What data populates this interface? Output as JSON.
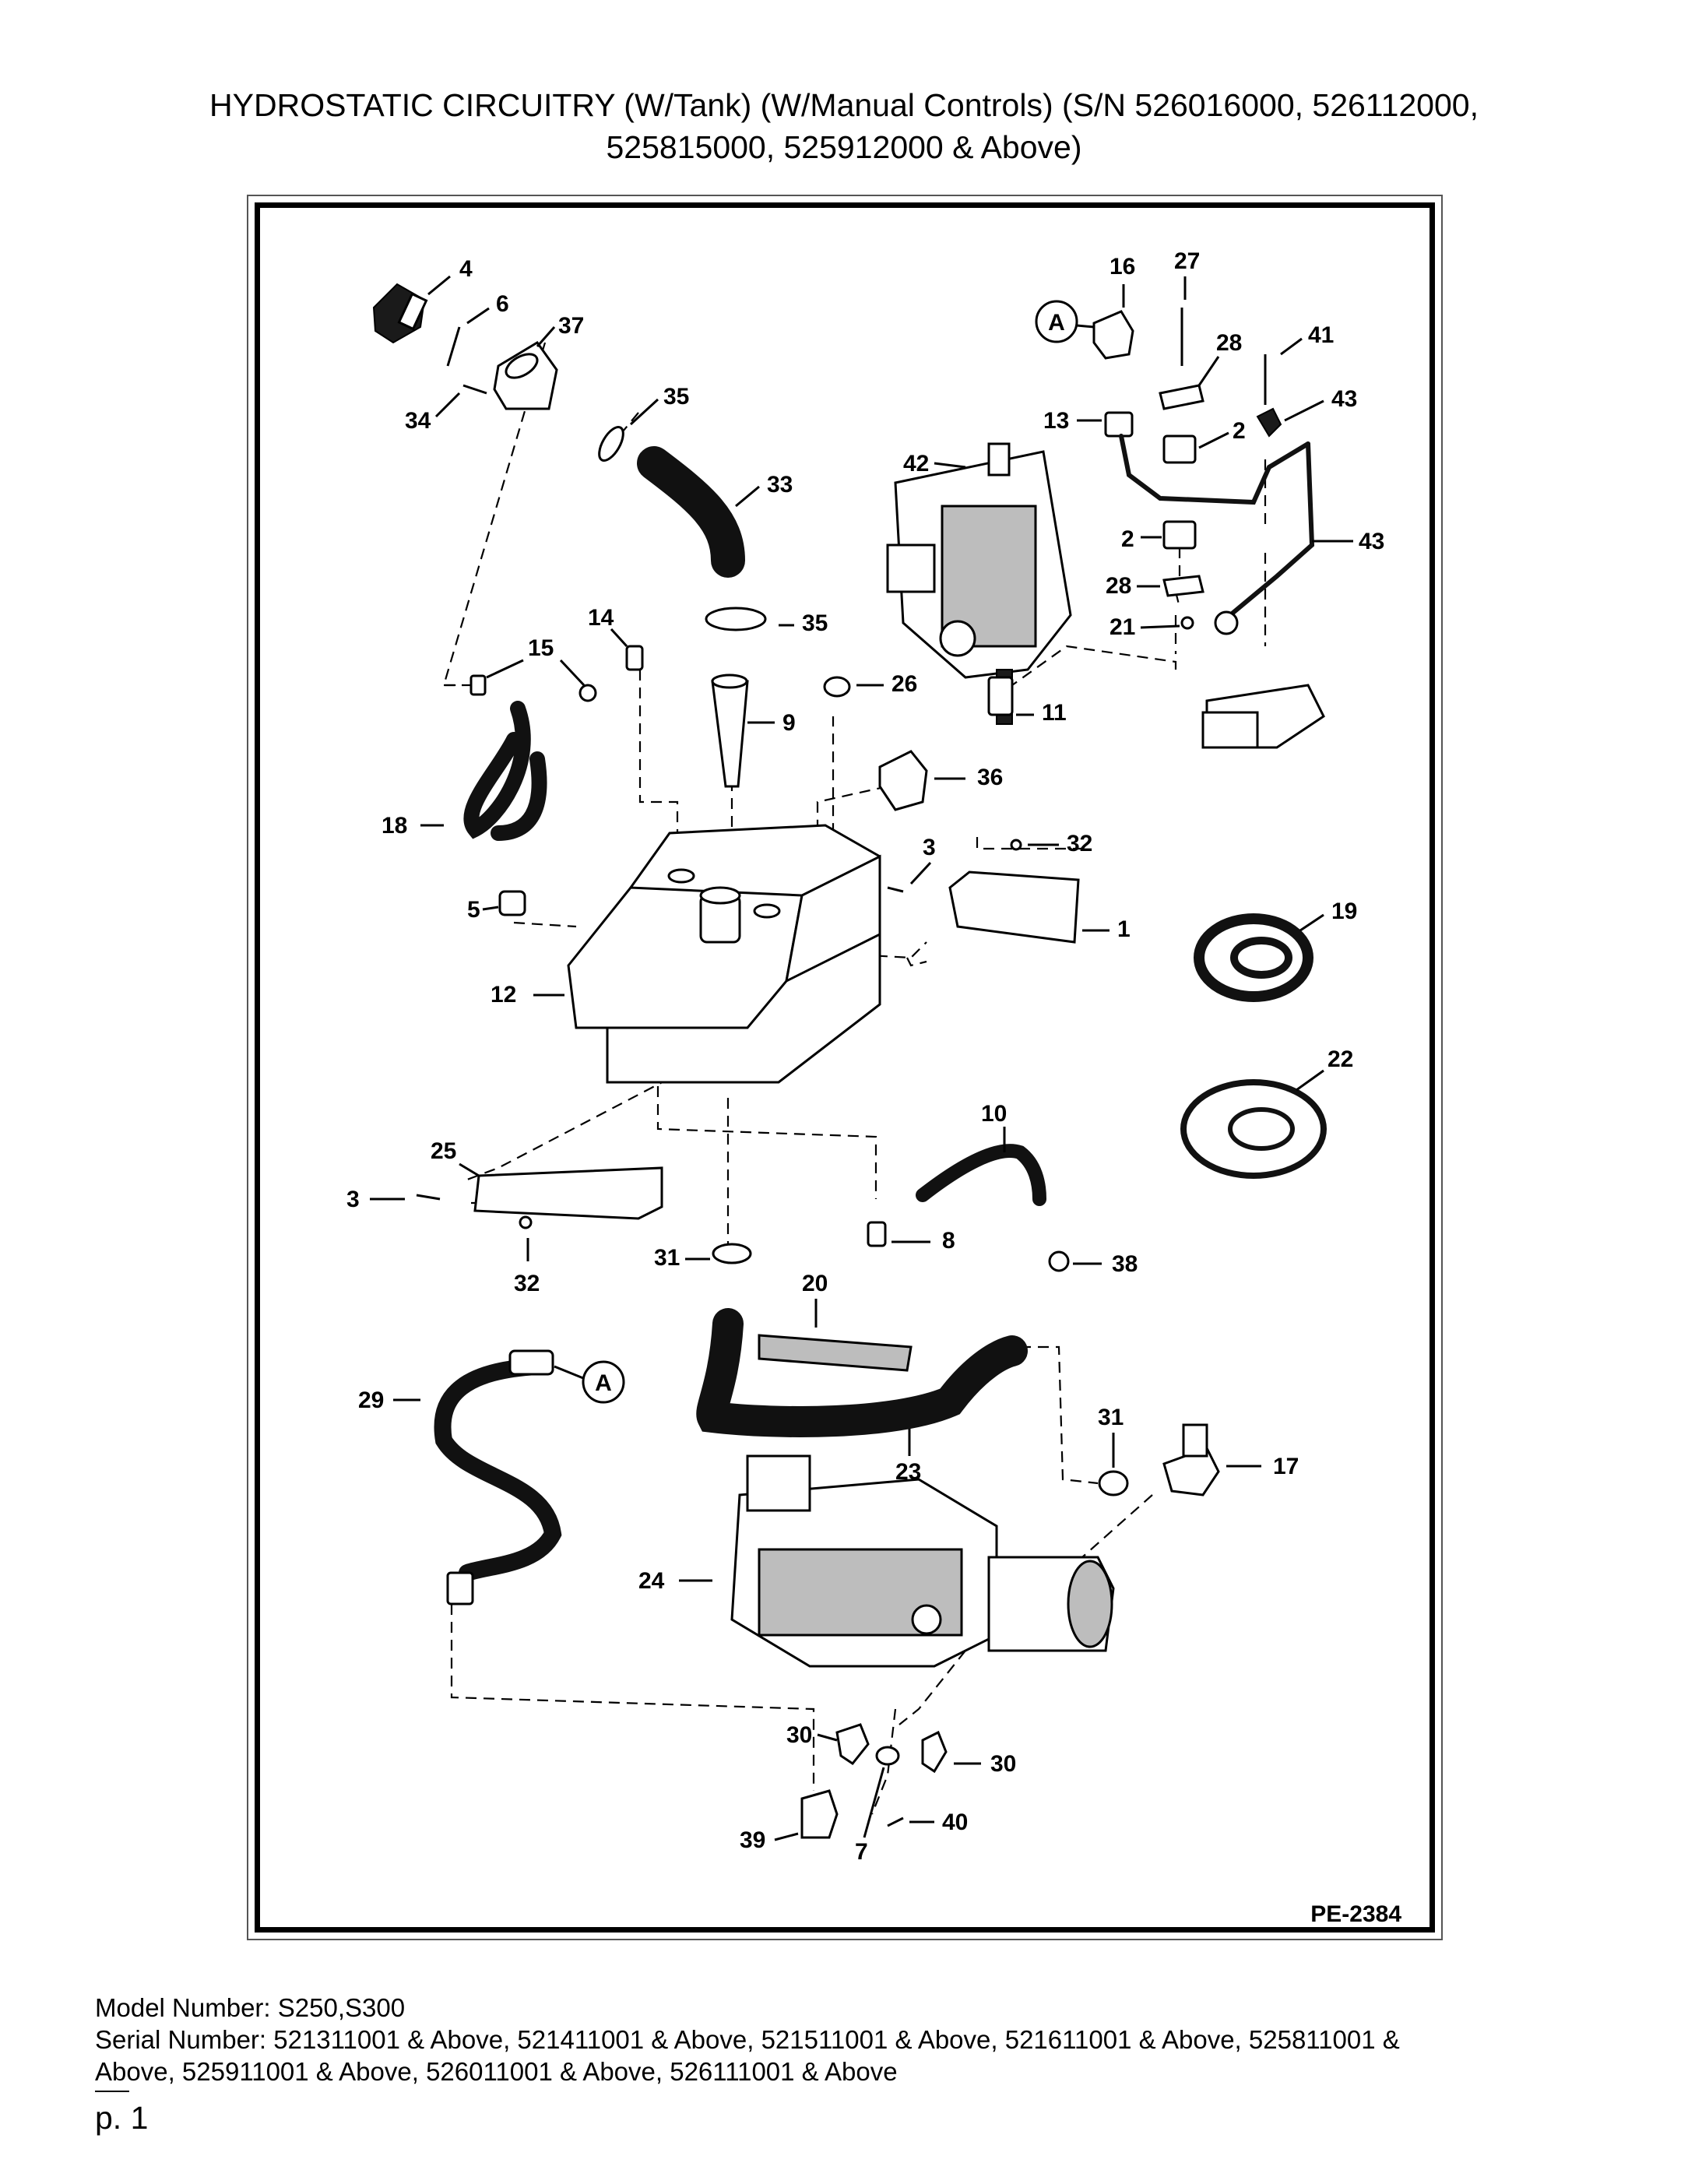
{
  "title_lines": [
    "HYDROSTATIC CIRCUITRY (W/Tank) (W/Manual Controls) (S/N 526016000, 526112000,",
    "525815000, 525912000 & Above)"
  ],
  "figure_id": "PE-2384",
  "callouts": {
    "c1": "1",
    "c2a": "2",
    "c2b": "2",
    "c3a": "3",
    "c3b": "3",
    "c4": "4",
    "c5": "5",
    "c6": "6",
    "c7": "7",
    "c8": "8",
    "c9": "9",
    "c10": "10",
    "c11": "11",
    "c12": "12",
    "c13": "13",
    "c14": "14",
    "c15": "15",
    "c16": "16",
    "c17": "17",
    "c18": "18",
    "c19": "19",
    "c20": "20",
    "c21": "21",
    "c22": "22",
    "c23": "23",
    "c24": "24",
    "c25": "25",
    "c26": "26",
    "c27": "27",
    "c28a": "28",
    "c28b": "28",
    "c29": "29",
    "c30a": "30",
    "c30b": "30",
    "c31a": "31",
    "c31b": "31",
    "c32a": "32",
    "c32b": "32",
    "c33": "33",
    "c34": "34",
    "c35a": "35",
    "c35b": "35",
    "c36": "36",
    "c37": "37",
    "c38": "38",
    "c39": "39",
    "c40": "40",
    "c41": "41",
    "c42": "42",
    "c43a": "43",
    "c43b": "43"
  },
  "connector_marker": "A",
  "footer": {
    "model_line": "Model Number: S250,S300",
    "serial_line_1": "Serial Number: 521311001 & Above, 521411001 & Above, 521511001 & Above, 521611001 & Above, 525811001 &",
    "serial_line_2": "Above, 525911001 & Above, 526011001 & Above, 526111001 & Above",
    "page_label": "p. 1"
  }
}
